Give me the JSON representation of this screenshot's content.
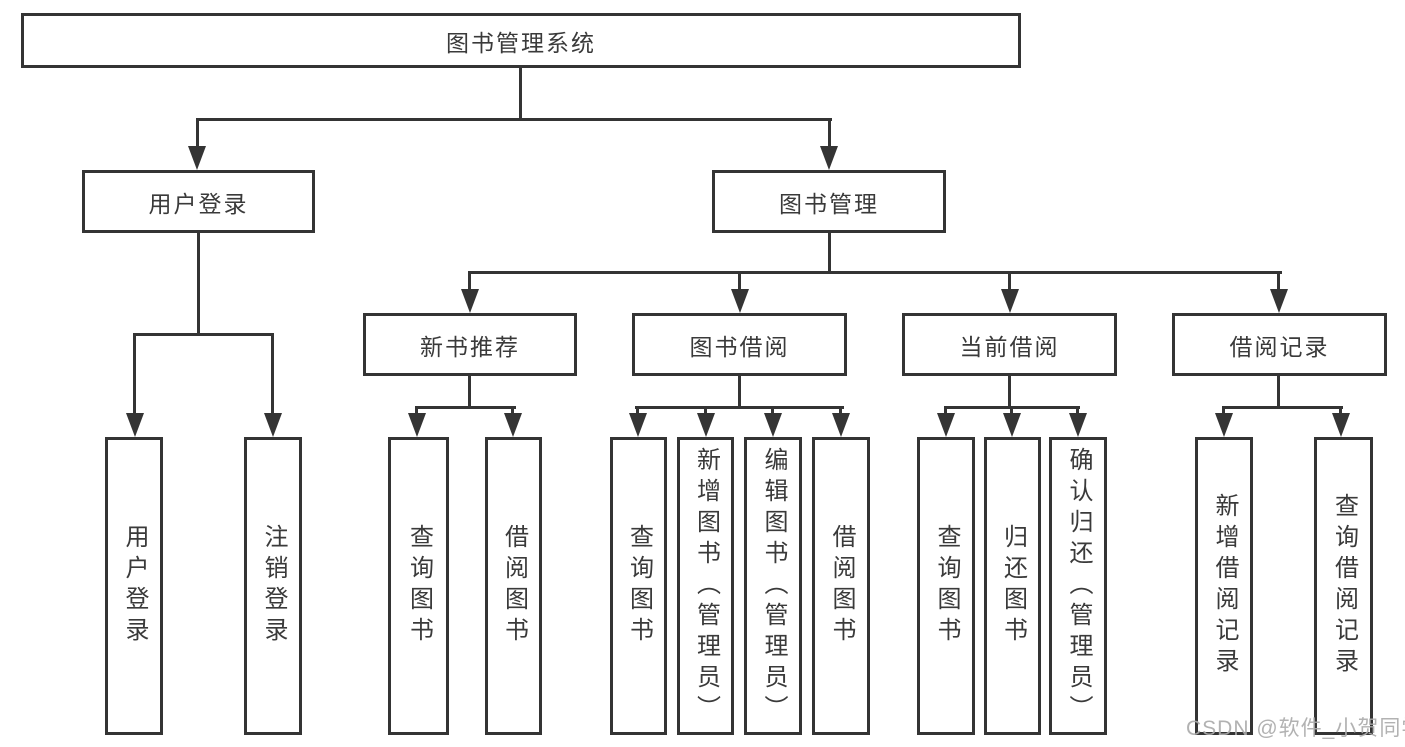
{
  "tree": {
    "root": {
      "label": "图书管理系统"
    },
    "level2": [
      {
        "label": "用户登录"
      },
      {
        "label": "图书管理"
      }
    ],
    "level3": [
      {
        "label": "新书推荐"
      },
      {
        "label": "图书借阅"
      },
      {
        "label": "当前借阅"
      },
      {
        "label": "借阅记录"
      }
    ],
    "leaves": {
      "userLogin": [
        "用户登录",
        "注销登录"
      ],
      "newBooks": [
        "查询图书",
        "借阅图书"
      ],
      "bookBorrow": [
        "查询图书",
        "新增图书（管理员）",
        "编辑图书（管理员）",
        "借阅图书"
      ],
      "currentBorrow": [
        "查询图书",
        "归还图书",
        "确认归还（管理员）"
      ],
      "borrowRecords": [
        "新增借阅记录",
        "查询借阅记录"
      ]
    }
  },
  "watermark": {
    "text": "CSDN @软件_小贺同学"
  },
  "colors": {
    "line": "#343434",
    "text": "#3a3a3a",
    "background": "#ffffff",
    "watermark": "#ababab"
  }
}
